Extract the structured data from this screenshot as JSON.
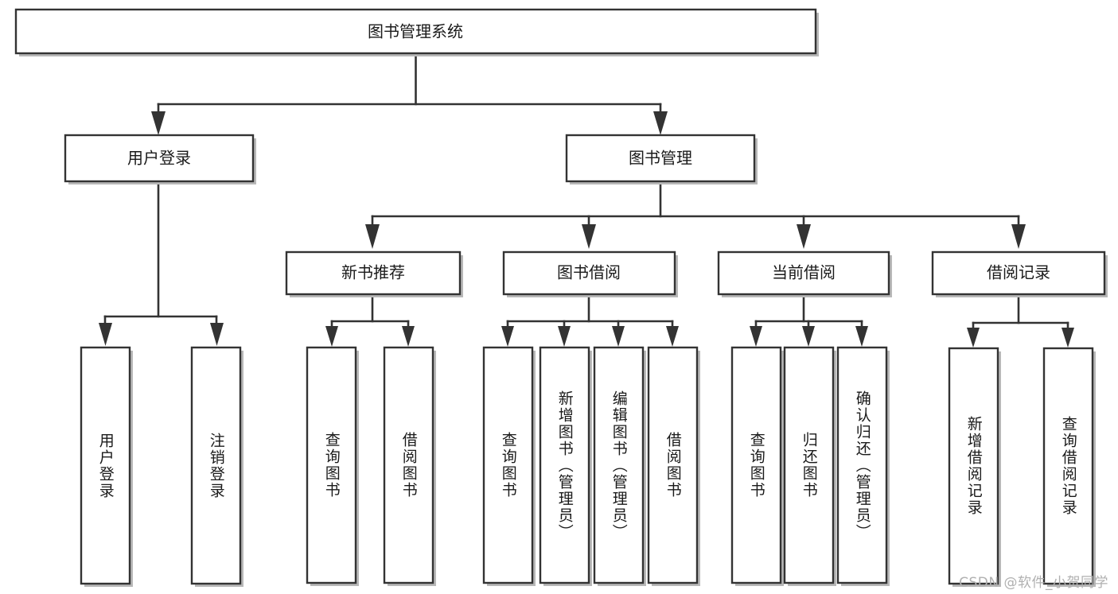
{
  "diagram": {
    "type": "tree-hierarchy-diagram",
    "title_text": "图书管理系统",
    "watermark": "CSDN @软件_小贺同学",
    "colors": {
      "box_fill": "#ffffff",
      "box_stroke": "#333333",
      "connector": "#333333",
      "shadow": "#b8b8b8",
      "text": "#1a1a1a",
      "watermark": "#b0b0b0",
      "background": "#ffffff"
    },
    "root": {
      "label": "图书管理系统"
    },
    "level2": [
      {
        "label": "用户登录"
      },
      {
        "label": "图书管理"
      }
    ],
    "level3": [
      {
        "label": "新书推荐"
      },
      {
        "label": "图书借阅"
      },
      {
        "label": "当前借阅"
      },
      {
        "label": "借阅记录"
      }
    ],
    "leaves": {
      "user_login": [
        {
          "label": "用户登录"
        },
        {
          "label": "注销登录"
        }
      ],
      "new_book_recommend": [
        {
          "label": "查询图书"
        },
        {
          "label": "借阅图书"
        }
      ],
      "book_borrow": [
        {
          "label": "查询图书"
        },
        {
          "label": "新增图书（管理员）"
        },
        {
          "label": "编辑图书（管理员）"
        },
        {
          "label": "借阅图书"
        }
      ],
      "current_borrow": [
        {
          "label": "查询图书"
        },
        {
          "label": "归还图书"
        },
        {
          "label": "确认归还（管理员）"
        }
      ],
      "borrow_record": [
        {
          "label": "新增借阅记录"
        },
        {
          "label": "查询借阅记录"
        }
      ]
    }
  }
}
